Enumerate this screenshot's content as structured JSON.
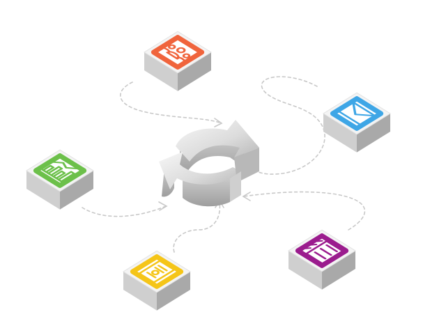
{
  "colors": {
    "background": "#ffffff",
    "tile_face": "#f3f3f3",
    "tile_side": "#c9c9c9",
    "tile_side_dark": "#a8a8a8",
    "connector": "#c8c8c8",
    "team": "#f0643c",
    "email": "#3ea6e6",
    "analytics": "#6cc04a",
    "billing": "#f5c518",
    "checklist": "#9b1c8e",
    "hub_light": "#f2f2f2",
    "hub_mid": "#d6d6d6",
    "hub_dark": "#a9a9a9"
  },
  "hub": {
    "icon": "sync-arrows-icon"
  },
  "tiles": [
    {
      "id": "team",
      "icon": "team-icon",
      "color_key": "team"
    },
    {
      "id": "email",
      "icon": "email-icon",
      "color_key": "email"
    },
    {
      "id": "analytics",
      "icon": "analytics-chart-icon",
      "color_key": "analytics"
    },
    {
      "id": "billing",
      "icon": "billing-document-icon",
      "color_key": "billing"
    },
    {
      "id": "checklist",
      "icon": "checklist-icon",
      "color_key": "checklist"
    }
  ]
}
